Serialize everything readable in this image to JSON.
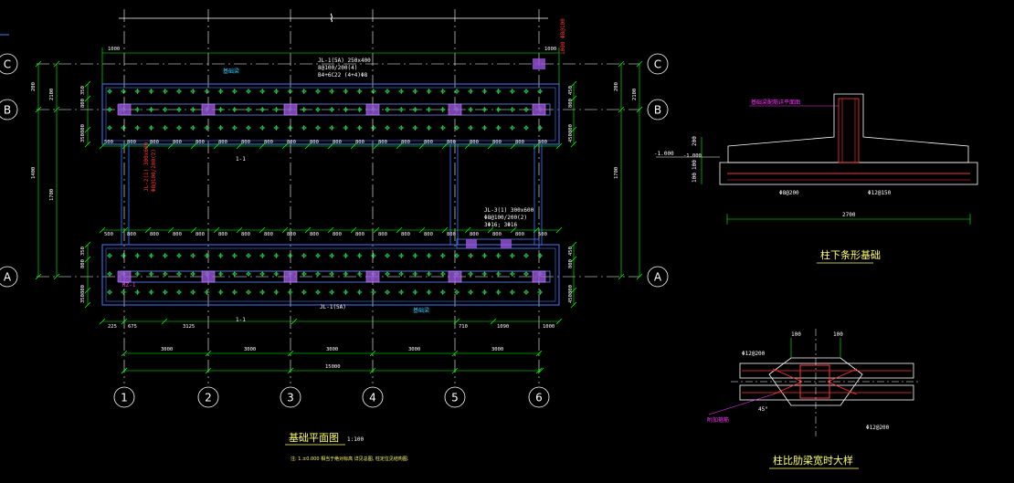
{
  "colors": {
    "background": "#000000",
    "axis_line": "#ffffff",
    "dimension": "#00ff00",
    "rebar": "#33ff66",
    "footing": "#4477ff",
    "column": "#9955dd",
    "annotation": "#ff3333",
    "leader": "#ff33ff",
    "title": "#ffff66"
  },
  "plan": {
    "title": "基础平面图",
    "scale": "1:100",
    "note": "注: 1.±0.000 相当于绝对标高 详见总图, 柱定位见结构图.",
    "top_break_mark": "⌇",
    "axes_x": [
      "1",
      "2",
      "3",
      "4",
      "5",
      "6"
    ],
    "axes_y": [
      "C",
      "B",
      "A"
    ],
    "bays_x": [
      "3000",
      "3000",
      "3000",
      "3000",
      "3000"
    ],
    "total_x": "15000",
    "top_dims_left": "1000",
    "top_dims_right": "1000",
    "spacing_row": [
      "500",
      "800",
      "800",
      "800",
      "800",
      "800",
      "800",
      "800",
      "800",
      "800",
      "800",
      "800",
      "800",
      "800",
      "800",
      "800",
      "800",
      "800",
      "800",
      "500"
    ],
    "bottom_partial_dims": [
      "225",
      "675",
      "3125",
      "710",
      "1090",
      "1000"
    ],
    "left_vertical_dims": [
      "200",
      "1400",
      "1700",
      "2100"
    ],
    "right_vertical_dims": [
      "200",
      "1700",
      "2100"
    ],
    "small_left_dims": [
      "350",
      "800",
      "800",
      "350"
    ],
    "small_right_dims": [
      "450",
      "800",
      "800",
      "450"
    ],
    "labels": {
      "strip_top": "JL-1(5A) 250x400",
      "strip_top_line2": "8@100/200(4)",
      "strip_top_line3": "B4+6C22 (4+4)Φ8",
      "strip_bottom": "JL-1(5A)",
      "tie_beam_left": "JL-2(1) 300x600",
      "tie_beam_right": "JL-3(1) 300x600",
      "tie_beam_text": "Φ8@100/200(2)",
      "tie_beam_bars": "3Φ16; 3Φ16",
      "corner_note": "1000 Φ8@100",
      "section_mark": "1-1",
      "footing_ref": "柱下条形基础",
      "foundation_label": "基础梁",
      "column_tag": "KZ-1",
      "elev_mark": "-1.000"
    }
  },
  "detail_section": {
    "title": "柱下条形基础",
    "rebar_note": "基础梁配筋详平面图",
    "width_dim": "2700",
    "elevation": "-1.000",
    "bar_note_left": "Φ8@200",
    "bar_note_right": "Φ12@150",
    "height_dims": [
      "200",
      "100",
      "100"
    ]
  },
  "detail_joint": {
    "title": "柱比肋梁宽时大样",
    "dims": [
      "100",
      "100"
    ],
    "bar_top": "Φ12@200",
    "bar_bottom": "Φ12@200",
    "leader_note": "附加箍筋",
    "angle": "45°"
  }
}
